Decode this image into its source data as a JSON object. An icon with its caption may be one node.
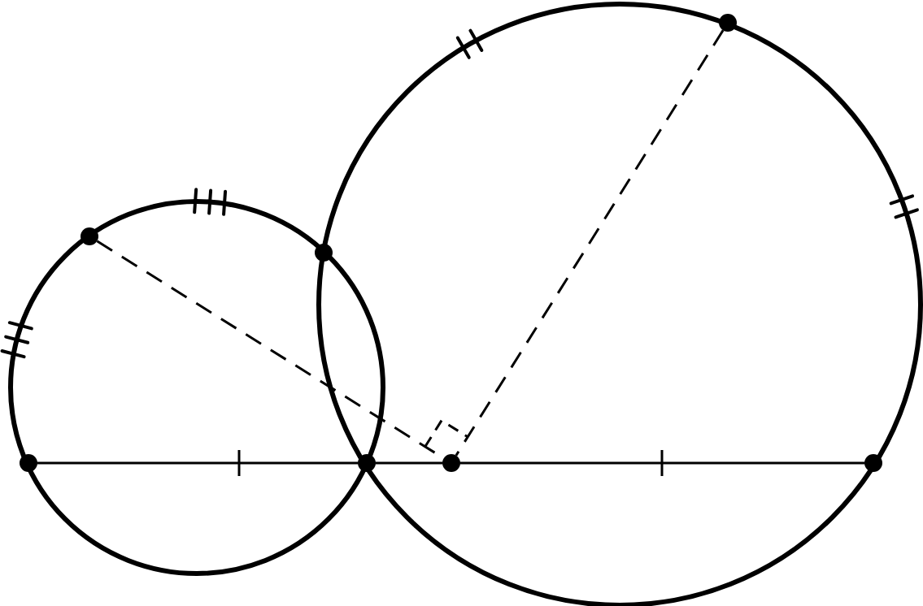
{
  "diagram": {
    "nodes": [
      {
        "text": [],
        "shape": "circle"
      },
      {
        "text": [],
        "shape": "circle"
      },
      {
        "text": [],
        "shape": "circle"
      },
      {
        "text": [],
        "shape": "circle"
      },
      {
        "text": [],
        "shape": "circle"
      },
      {
        "text": [],
        "shape": "circle"
      },
      {
        "text": [],
        "shape": "circle"
      }
    ],
    "edges": [
      {
        "from": 0,
        "to": 3,
        "arrow": "none"
      },
      {
        "from": 3,
        "to": 4,
        "arrow": "none"
      },
      {
        "from": 4,
        "to": 6,
        "arrow": "none"
      },
      {
        "from": 1,
        "to": 4,
        "arrow": "none",
        "style": "dashed"
      },
      {
        "from": 5,
        "to": 4,
        "arrow": "none",
        "style": "dashed"
      }
    ]
  }
}
